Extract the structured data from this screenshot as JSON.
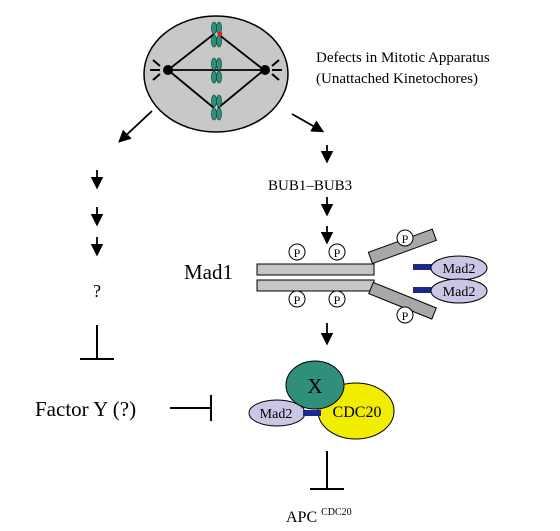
{
  "texts": {
    "defects_line1": "Defects in Mitotic Apparatus",
    "defects_line2": "(Unattached Kinetochores)",
    "bub": "BUB1–BUB3",
    "question": "?",
    "mad1": "Mad1",
    "mad2_upper": "Mad2",
    "mad2_lower": "Mad2",
    "phospho": "P",
    "factor_y": "Factor Y (?)",
    "x": "X",
    "mad2_complex": "Mad2",
    "cdc20": "CDC20",
    "apc_main": "APC",
    "apc_super": "CDC20"
  },
  "colors": {
    "cell_fill": "#c8c8c8",
    "chromosome": "#2f8f7a",
    "kinetochore_mark": "#e0201c",
    "mad1_bar": "#c6c6c6",
    "mad1_head": "#a8a8a8",
    "mad2": "#c9c6e6",
    "linker": "#1b2a8a",
    "x_protein": "#2f8f7a",
    "cdc20": "#f2ec00"
  }
}
